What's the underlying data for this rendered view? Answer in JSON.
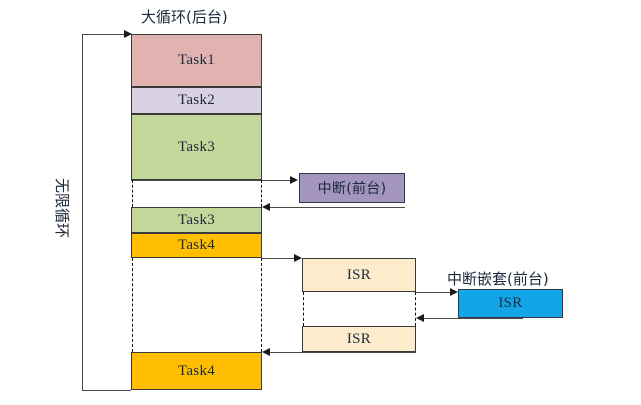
{
  "diagram": {
    "title_main": "大循环(后台)",
    "title_interrupt": "中断嵌套(前台)",
    "loop_label": "无限循环",
    "colors": {
      "task1": "#e0b3b0",
      "task2": "#d9d2e3",
      "task3": "#c3d79a",
      "task4": "#ffbf00",
      "interrupt": "#a495c0",
      "isr": "#fdeccc",
      "isr_nested": "#12a5e8",
      "border": "#3a3a3a",
      "line": "#4a4a4a",
      "text": "#1b2a3a"
    },
    "main_column": [
      {
        "label": "Task1",
        "fill": "#e0b3b0"
      },
      {
        "label": "Task2",
        "fill": "#d9d2e3"
      },
      {
        "label": "Task3",
        "fill": "#c3d79a"
      },
      {
        "label": "Task3",
        "fill": "#c3d79a"
      },
      {
        "label": "Task4",
        "fill": "#ffbf00"
      },
      {
        "label": "Task4",
        "fill": "#ffbf00"
      }
    ],
    "interrupt_box": {
      "label": "中断(前台)",
      "fill": "#a495c0"
    },
    "isr_boxes": [
      {
        "label": "ISR",
        "fill": "#fdeccc"
      },
      {
        "label": "ISR",
        "fill": "#fdeccc"
      }
    ],
    "nested_isr_box": {
      "label": "ISR",
      "fill": "#12a5e8"
    }
  }
}
